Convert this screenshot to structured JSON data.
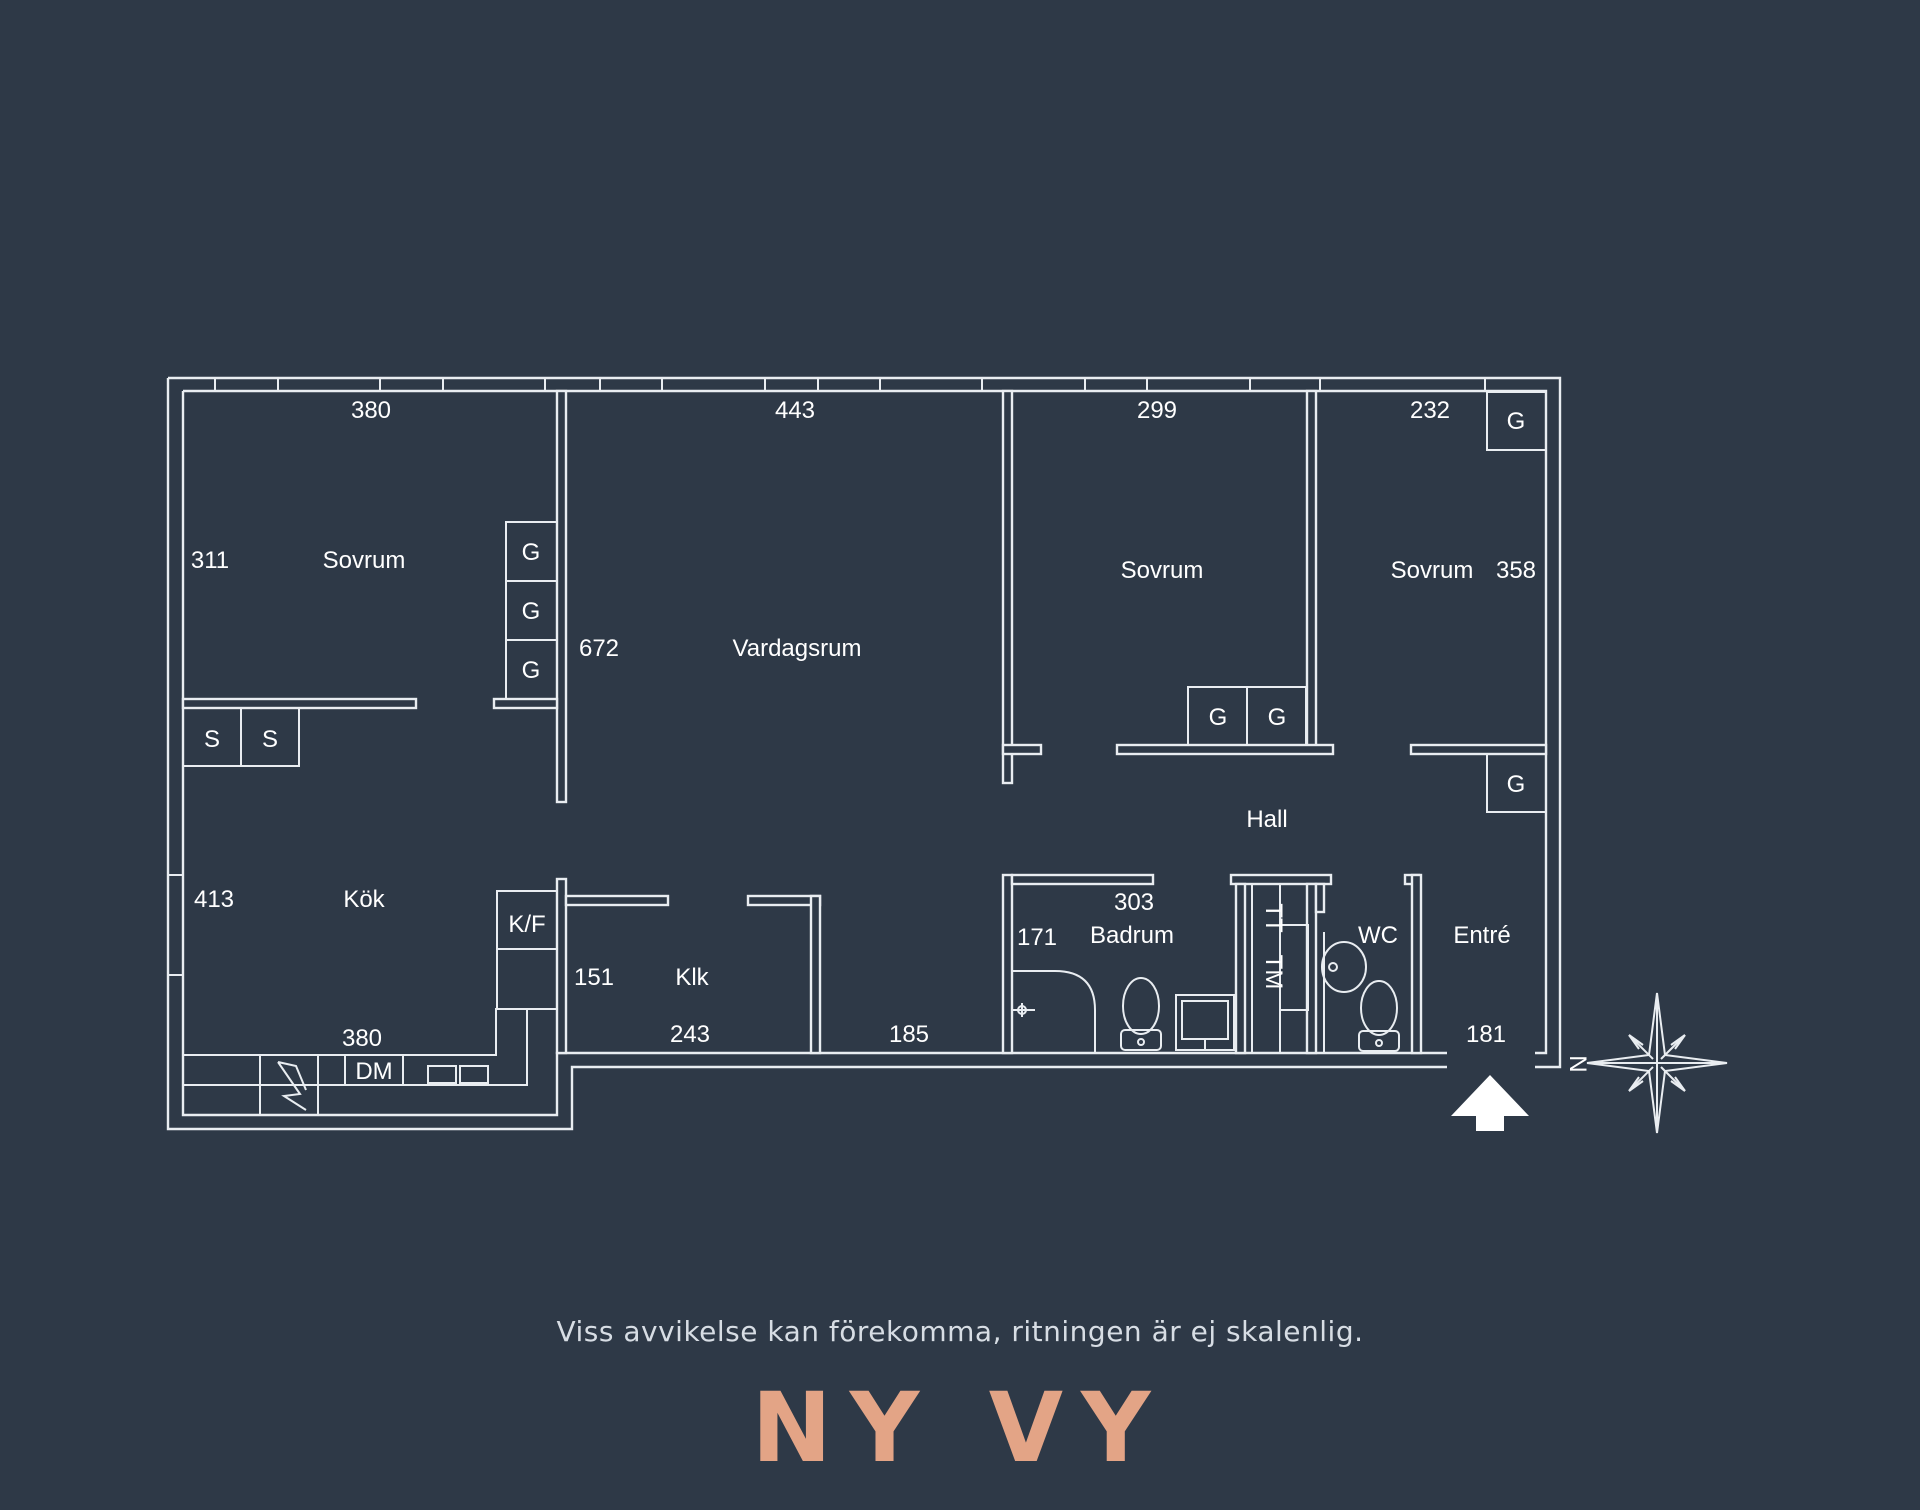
{
  "rooms": {
    "bedroom_1": "Sovrum",
    "living_room": "Vardagsrum",
    "bedroom_2": "Sovrum",
    "bedroom_3": "Sovrum",
    "hall": "Hall",
    "kitchen": "Kök",
    "walk_in_closet": "Klk",
    "bathroom": "Badrum",
    "wc": "WC",
    "entrance": "Entré"
  },
  "dimensions": {
    "bedroom_1_width": "380",
    "bedroom_1_depth": "311",
    "living_width": "443",
    "living_depth": "672",
    "bedroom_2_width": "299",
    "bedroom_3_width": "232",
    "bedroom_3_depth": "358",
    "kitchen_depth": "413",
    "kitchen_width": "380",
    "closet_depth": "151",
    "closet_width": "243",
    "passage_width": "185",
    "bathroom_width": "303",
    "bathroom_depth": "171",
    "entrance_width": "181"
  },
  "fixtures": {
    "wardrobe": "G",
    "storage": "S",
    "fridge_freezer": "K/F",
    "dishwasher": "DM",
    "dryer": "TT",
    "washer": "TM"
  },
  "compass": {
    "north": "N"
  },
  "footer": {
    "disclaimer": "Viss avvikelse kan förekomma, ritningen är ej skalenlig.",
    "logo": "NY VY"
  }
}
